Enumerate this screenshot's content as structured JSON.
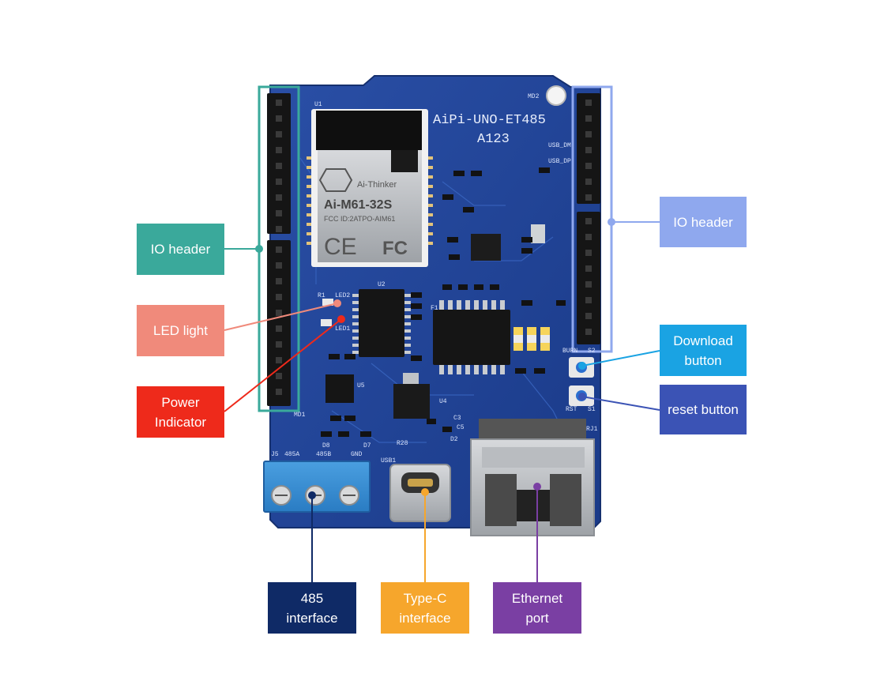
{
  "board": {
    "name": "AiPi-UNO-ET485",
    "revision": "A123",
    "module_name": "Ai-M61-32S",
    "module_brand": "Ai-Thinker",
    "module_fcc": "FCC ID:2ATPO-AIM61",
    "silk": {
      "u1": "U1",
      "u2": "U2",
      "u4": "U4",
      "u5": "U5",
      "md2": "MD2",
      "md1": "MD1",
      "j5": "J5",
      "label_485a": "485A",
      "label_485b": "485B",
      "gnd": "GND",
      "usb1": "USB1",
      "rj1": "RJ1",
      "led2": "LED2",
      "led1": "LED1",
      "r1": "R1",
      "burn": "BURN",
      "s2": "S2",
      "rst": "RST",
      "s1": "S1",
      "f1": "F1",
      "usb_dm": "USB_DM",
      "usb_dp": "USB_DP",
      "d8": "D8",
      "d7": "D7",
      "d2": "D2",
      "c3": "C3",
      "c5": "C5",
      "r28": "R28"
    }
  },
  "colors": {
    "board": "#1f3f8f",
    "io_left": "#3aa99b",
    "led": "#f08a7b",
    "power": "#ee2a1b",
    "io_right": "#8fa8ee",
    "download": "#1aa3e3",
    "reset": "#3b53b5",
    "rs485": "#0f2a66",
    "typec": "#f6a62c",
    "ethernet": "#7a3fa3"
  },
  "labels": {
    "io_left": "IO header",
    "led": "LED light",
    "power": "Power\nIndicator",
    "io_right": "IO header",
    "download": "Download\nbutton",
    "reset": "reset button",
    "rs485": "485\ninterface",
    "typec": "Type-C\ninterface",
    "ethernet": "Ethernet\nport"
  }
}
